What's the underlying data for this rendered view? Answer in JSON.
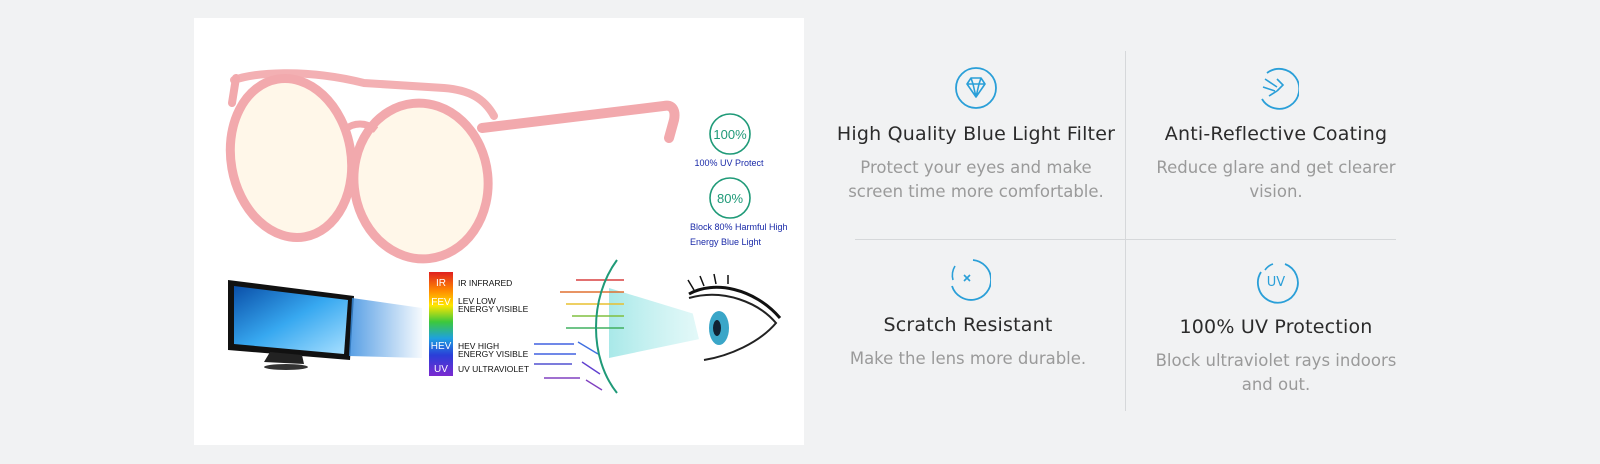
{
  "product_image": {
    "uv_badge": "100%",
    "uv_caption": "100% UV Protect",
    "block_badge": "80%",
    "block_caption_line1": "Block 80% Harmful High",
    "block_caption_line2": "Energy Blue Light",
    "spectrum": [
      {
        "code": "IR",
        "label": "IR INFRARED",
        "label2": ""
      },
      {
        "code": "FEV",
        "label": "LEV LOW",
        "label2": "ENERGY VISIBLE"
      },
      {
        "code": "HEV",
        "label": "HEV HIGH",
        "label2": "ENERGY VISIBLE"
      },
      {
        "code": "UV",
        "label": "UV ULTRAVIOLET",
        "label2": ""
      }
    ]
  },
  "features": [
    {
      "icon": "diamond-icon",
      "title": "High Quality Blue Light Filter",
      "description": "Protect your eyes and make screen time more comfortable."
    },
    {
      "icon": "anti-reflective-icon",
      "title": "Anti-Reflective Coating",
      "description": "Reduce glare and get clearer vision."
    },
    {
      "icon": "scratch-icon",
      "title": "Scratch Resistant",
      "description": "Make the lens more durable."
    },
    {
      "icon": "uv-icon",
      "title": "100% UV Protection",
      "description": "Block ultraviolet rays indoors and out."
    }
  ],
  "colors": {
    "accent": "#2a9fd8",
    "badge_green": "#1f9a78",
    "caption_blue": "#1a2aa8",
    "frame_pink": "#f2a9ad"
  }
}
